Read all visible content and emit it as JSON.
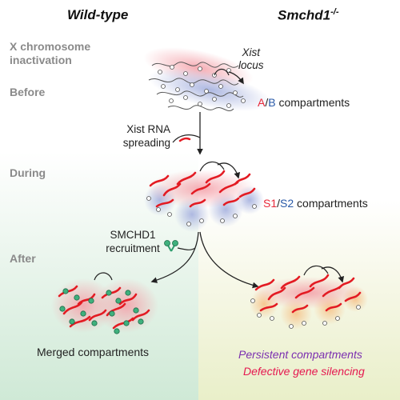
{
  "headers": {
    "wild_type": "Wild-type",
    "mutant_base": "Smchd1",
    "mutant_sup": "-/-"
  },
  "stages": {
    "xci_line1": "X chromosome",
    "xci_line2": "inactivation",
    "before": "Before",
    "during": "During",
    "after": "After"
  },
  "labels": {
    "xist_locus_1": "Xist",
    "xist_locus_2": "locus",
    "xist_spreading_1": "Xist RNA",
    "xist_spreading_2": "spreading",
    "smchd1_1": "SMCHD1",
    "smchd1_2": "recruitment",
    "merged": "Merged compartments"
  },
  "compartments": {
    "ab_a": "A",
    "ab_sep": "/",
    "ab_b": "B",
    "ab_text": " compartments",
    "s_s1": "S1",
    "s_sep": "/",
    "s_s2": "S2",
    "s_text": " compartments"
  },
  "outcomes": {
    "persistent": "Persistent compartments",
    "defective": "Defective gene silencing"
  },
  "colors": {
    "a_compartment": "#e8293a",
    "b_compartment": "#2a5aa8",
    "xist_rna": "#e31b23",
    "smchd1": "#2f9e6e",
    "wild_type_bg": "#cfe9d6",
    "mutant_bg": "#e9efc9",
    "persistent_text": "#7b2fb0",
    "defective_text": "#e5184f"
  }
}
